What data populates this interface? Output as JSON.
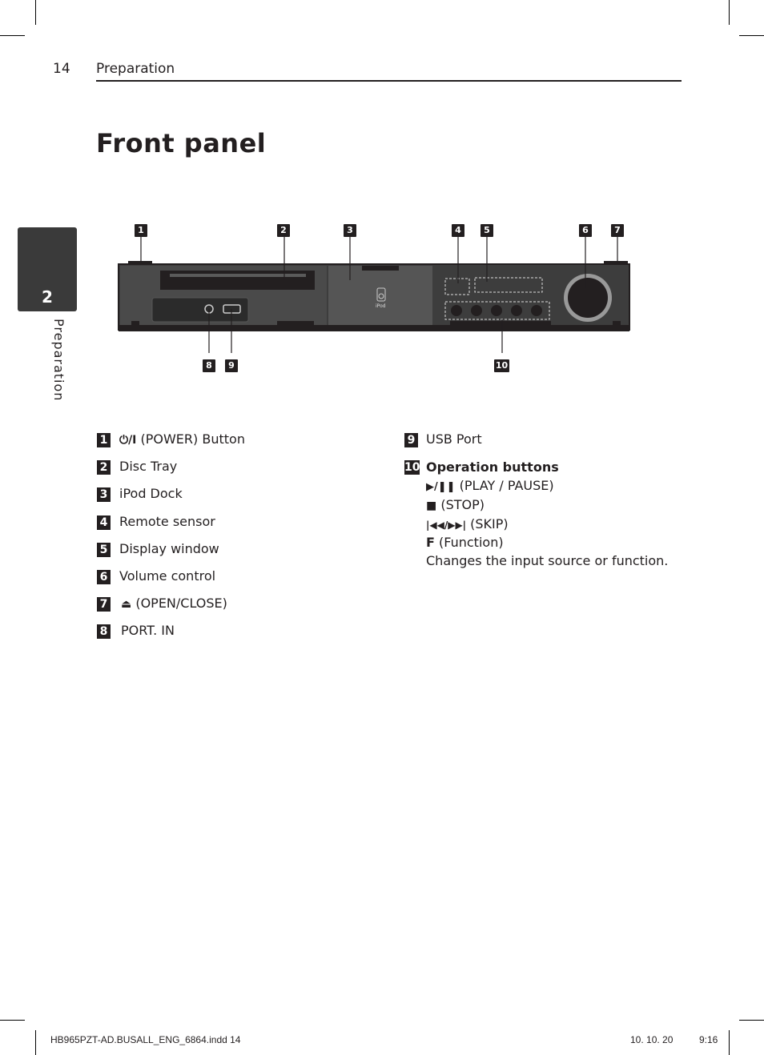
{
  "header": {
    "page_number": "14",
    "section": "Preparation"
  },
  "title": "Front panel",
  "side_tab": {
    "number": "2",
    "label": "Preparation"
  },
  "diagram": {
    "callouts_top": [
      "1",
      "2",
      "3",
      "4",
      "5",
      "6",
      "7"
    ],
    "callouts_bottom": [
      "8",
      "9",
      "10"
    ],
    "ipod_label": "iPod"
  },
  "legend": [
    {
      "num": "1",
      "icon": "⏻/I",
      "text": "(POWER) Button"
    },
    {
      "num": "2",
      "text": "Disc Tray"
    },
    {
      "num": "3",
      "text": "iPod Dock"
    },
    {
      "num": "4",
      "text": "Remote sensor"
    },
    {
      "num": "5",
      "text": "Display window"
    },
    {
      "num": "6",
      "text": "Volume control"
    },
    {
      "num": "7",
      "icon": "⏏",
      "text": "(OPEN/CLOSE)"
    },
    {
      "num": "8",
      "text": "PORT. IN"
    },
    {
      "num": "9",
      "text": "USB Port"
    },
    {
      "num": "10",
      "text": "Operation buttons",
      "lines": [
        {
          "icon": "▶/❚❚",
          "text": "(PLAY / PAUSE)"
        },
        {
          "icon": "■",
          "text": "(STOP)"
        },
        {
          "icon": "|◀◀/▶▶|",
          "text": "(SKIP)"
        },
        {
          "icon": "F",
          "text": "(Function)"
        },
        {
          "text": "Changes the input source or function."
        }
      ]
    }
  ],
  "footer": {
    "file": "HB965PZT-AD.BUSALL_ENG_6864.indd   14",
    "date": "10. 10. 20",
    "time": "9:16"
  }
}
